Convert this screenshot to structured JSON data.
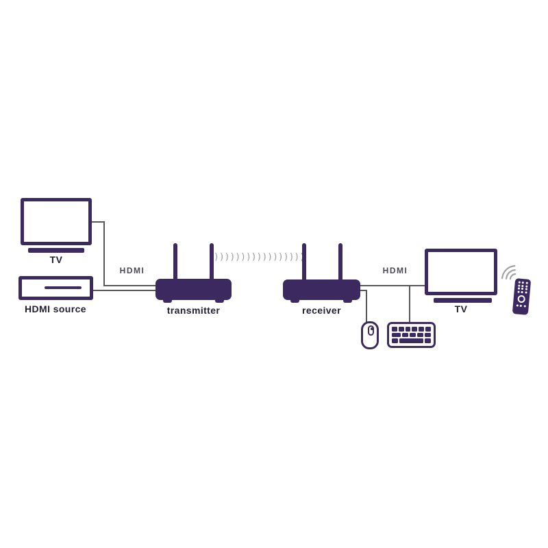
{
  "diagram": {
    "type": "wireless-hdmi-extender-setup",
    "colors": {
      "device_purple": "#3b2960",
      "label_text": "#221d33",
      "cable_gray": "#55555a",
      "hdmi_label_gray": "#4a4a50",
      "wireless_gray": "#9b9b9b",
      "background": "#ffffff"
    },
    "left_tv": {
      "label": "TV",
      "icon": "tv-icon"
    },
    "hdmi_source": {
      "label": "HDMI source",
      "icon": "media-player-icon"
    },
    "left_link": {
      "label": "HDMI"
    },
    "transmitter": {
      "label": "transmitter",
      "icon": "wireless-transmitter-icon",
      "antennas": 2
    },
    "wireless": {
      "glyphs": ")))))))))))))))))",
      "icon": "wireless-signal-icon"
    },
    "receiver": {
      "label": "receiver",
      "icon": "wireless-receiver-icon",
      "antennas": 2
    },
    "right_link": {
      "label": "HDMI"
    },
    "right_tv": {
      "label": "TV",
      "icon": "tv-icon"
    },
    "peripherals": {
      "mouse": {
        "icon": "mouse-icon"
      },
      "keyboard": {
        "icon": "keyboard-icon"
      },
      "remote": {
        "icon": "remote-control-icon"
      },
      "ir_signal": {
        "icon": "ir-signal-icon"
      }
    }
  }
}
